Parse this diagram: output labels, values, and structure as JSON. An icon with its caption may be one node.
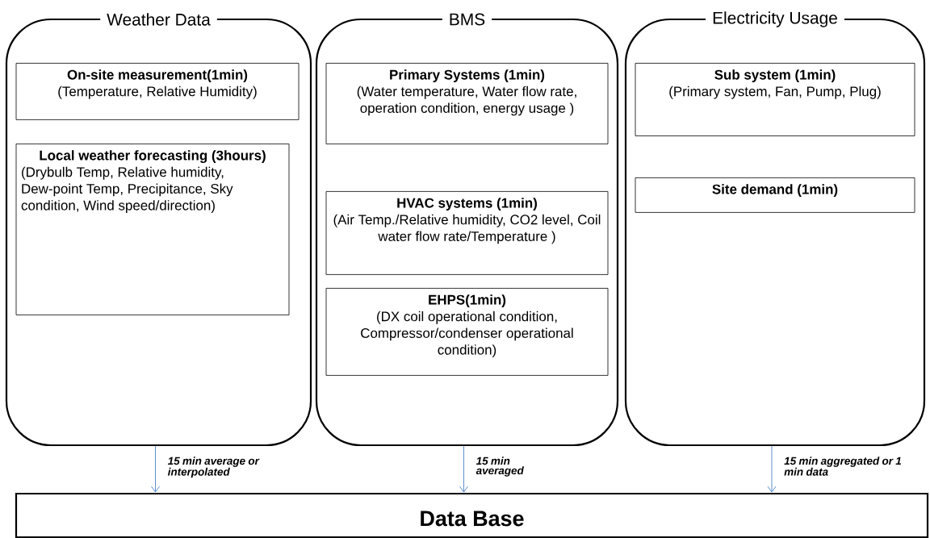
{
  "diagram": {
    "nodes": [
      {
        "text": [
          "Weather Data"
        ]
      },
      {
        "text": [
          "On-site measurement(1min)",
          "(Temperature,  Relative Humidity)"
        ],
        "in": 0
      },
      {
        "text": [
          "Local weather forecasting (3hours)",
          "(Drybulb Temp, Relative humidity, Dew-point Temp, Precipitance, Sky condition, Wind speed/direction)"
        ],
        "in": 0
      },
      {
        "text": [
          "BMS"
        ]
      },
      {
        "text": [
          "Primary Systems (1min)",
          "(Water temperature, Water flow rate, operation condition, energy usage )"
        ],
        "in": 3
      },
      {
        "text": [
          "HVAC systems (1min)",
          "(Air Temp./Relative humidity, CO2 level, Coil water flow rate/Temperature )"
        ],
        "in": 3
      },
      {
        "text": [
          "EHPS(1min)",
          "(DX coil operational condition, Compressor/condenser operational condition)"
        ],
        "in": 3
      },
      {
        "text": [
          "Electricity Usage"
        ]
      },
      {
        "text": [
          "Sub system (1min)",
          "(Primary system, Fan, Pump, Plug)"
        ],
        "in": 7
      },
      {
        "text": [
          "Site demand (1min)"
        ],
        "in": 7
      },
      {
        "text": [
          "Data Base"
        ]
      }
    ],
    "edges": [
      {
        "from": 0,
        "to": 10,
        "arrow": "to",
        "label": "15 min average or interpolated"
      },
      {
        "from": 3,
        "to": 10,
        "arrow": "to",
        "label": "15 min averaged"
      },
      {
        "from": 7,
        "to": 10,
        "arrow": "to",
        "label": "15 min aggregated or 1 min data"
      }
    ]
  }
}
